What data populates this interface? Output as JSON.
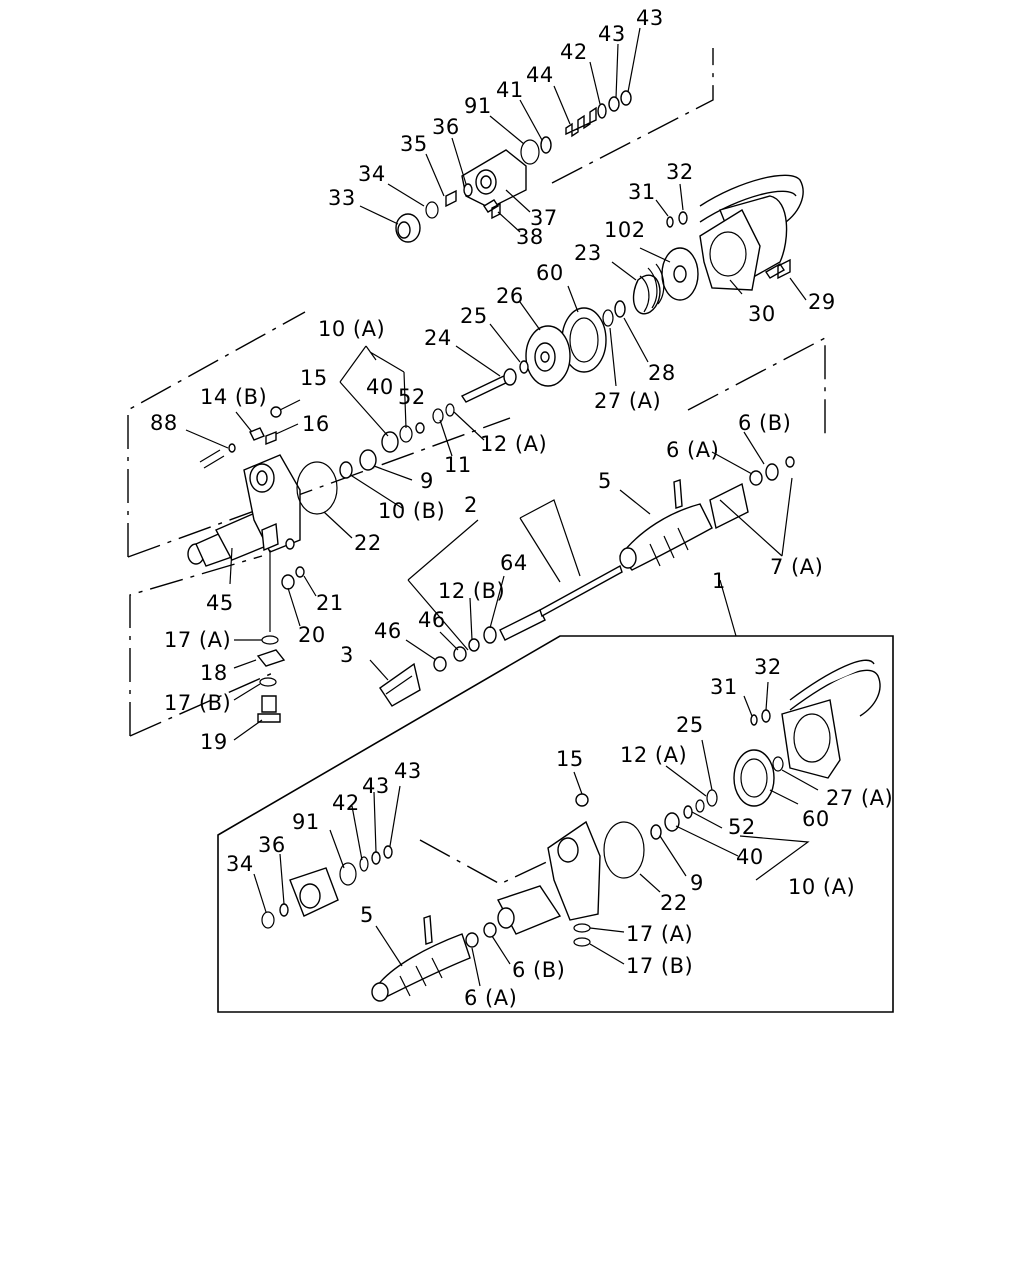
{
  "callouts": [
    {
      "id": "43a",
      "text": "43"
    },
    {
      "id": "43b",
      "text": "43"
    },
    {
      "id": "42",
      "text": "42"
    },
    {
      "id": "44",
      "text": "44"
    },
    {
      "id": "41",
      "text": "41"
    },
    {
      "id": "91",
      "text": "91"
    },
    {
      "id": "36",
      "text": "36"
    },
    {
      "id": "35",
      "text": "35"
    },
    {
      "id": "34",
      "text": "34"
    },
    {
      "id": "33",
      "text": "33"
    },
    {
      "id": "37",
      "text": "37"
    },
    {
      "id": "38",
      "text": "38"
    },
    {
      "id": "31",
      "text": "31"
    },
    {
      "id": "32",
      "text": "32"
    },
    {
      "id": "102",
      "text": "102"
    },
    {
      "id": "23",
      "text": "23"
    },
    {
      "id": "60",
      "text": "60"
    },
    {
      "id": "26",
      "text": "26"
    },
    {
      "id": "25",
      "text": "25"
    },
    {
      "id": "24",
      "text": "24"
    },
    {
      "id": "30",
      "text": "30"
    },
    {
      "id": "29",
      "text": "29"
    },
    {
      "id": "28",
      "text": "28"
    },
    {
      "id": "27A",
      "text": "27 (A)"
    },
    {
      "id": "10A",
      "text": "10 (A)"
    },
    {
      "id": "15",
      "text": "15"
    },
    {
      "id": "14B",
      "text": "14 (B)"
    },
    {
      "id": "40",
      "text": "40"
    },
    {
      "id": "52",
      "text": "52"
    },
    {
      "id": "88",
      "text": "88"
    },
    {
      "id": "16",
      "text": "16"
    },
    {
      "id": "11",
      "text": "11"
    },
    {
      "id": "12A",
      "text": "12 (A)"
    },
    {
      "id": "9",
      "text": "9"
    },
    {
      "id": "10B",
      "text": "10 (B)"
    },
    {
      "id": "22",
      "text": "22"
    },
    {
      "id": "6B",
      "text": "6 (B)"
    },
    {
      "id": "6A",
      "text": "6 (A)"
    },
    {
      "id": "5",
      "text": "5"
    },
    {
      "id": "2",
      "text": "2"
    },
    {
      "id": "7A",
      "text": "7 (A)"
    },
    {
      "id": "64",
      "text": "64"
    },
    {
      "id": "12B",
      "text": "12 (B)"
    },
    {
      "id": "45",
      "text": "45"
    },
    {
      "id": "21",
      "text": "21"
    },
    {
      "id": "20",
      "text": "20"
    },
    {
      "id": "17A",
      "text": "17 (A)"
    },
    {
      "id": "46a",
      "text": "46"
    },
    {
      "id": "46b",
      "text": "46"
    },
    {
      "id": "3",
      "text": "3"
    },
    {
      "id": "18",
      "text": "18"
    },
    {
      "id": "17B",
      "text": "17 (B)"
    },
    {
      "id": "19",
      "text": "19"
    },
    {
      "id": "1",
      "text": "1"
    },
    {
      "id": "i31",
      "text": "31"
    },
    {
      "id": "i32",
      "text": "32"
    },
    {
      "id": "i25",
      "text": "25"
    },
    {
      "id": "i12A",
      "text": "12 (A)"
    },
    {
      "id": "i15",
      "text": "15"
    },
    {
      "id": "i27A",
      "text": "27 (A)"
    },
    {
      "id": "i60",
      "text": "60"
    },
    {
      "id": "i52",
      "text": "52"
    },
    {
      "id": "i40",
      "text": "40"
    },
    {
      "id": "i10A",
      "text": "10 (A)"
    },
    {
      "id": "i9",
      "text": "9"
    },
    {
      "id": "i22",
      "text": "22"
    },
    {
      "id": "i91",
      "text": "91"
    },
    {
      "id": "i42",
      "text": "42"
    },
    {
      "id": "i43a",
      "text": "43"
    },
    {
      "id": "i43b",
      "text": "43"
    },
    {
      "id": "i34",
      "text": "34"
    },
    {
      "id": "i36",
      "text": "36"
    },
    {
      "id": "i5",
      "text": "5"
    },
    {
      "id": "i17A",
      "text": "17 (A)"
    },
    {
      "id": "i17B",
      "text": "17 (B)"
    },
    {
      "id": "i6B",
      "text": "6 (B)"
    },
    {
      "id": "i6A",
      "text": "6 (A)"
    }
  ]
}
